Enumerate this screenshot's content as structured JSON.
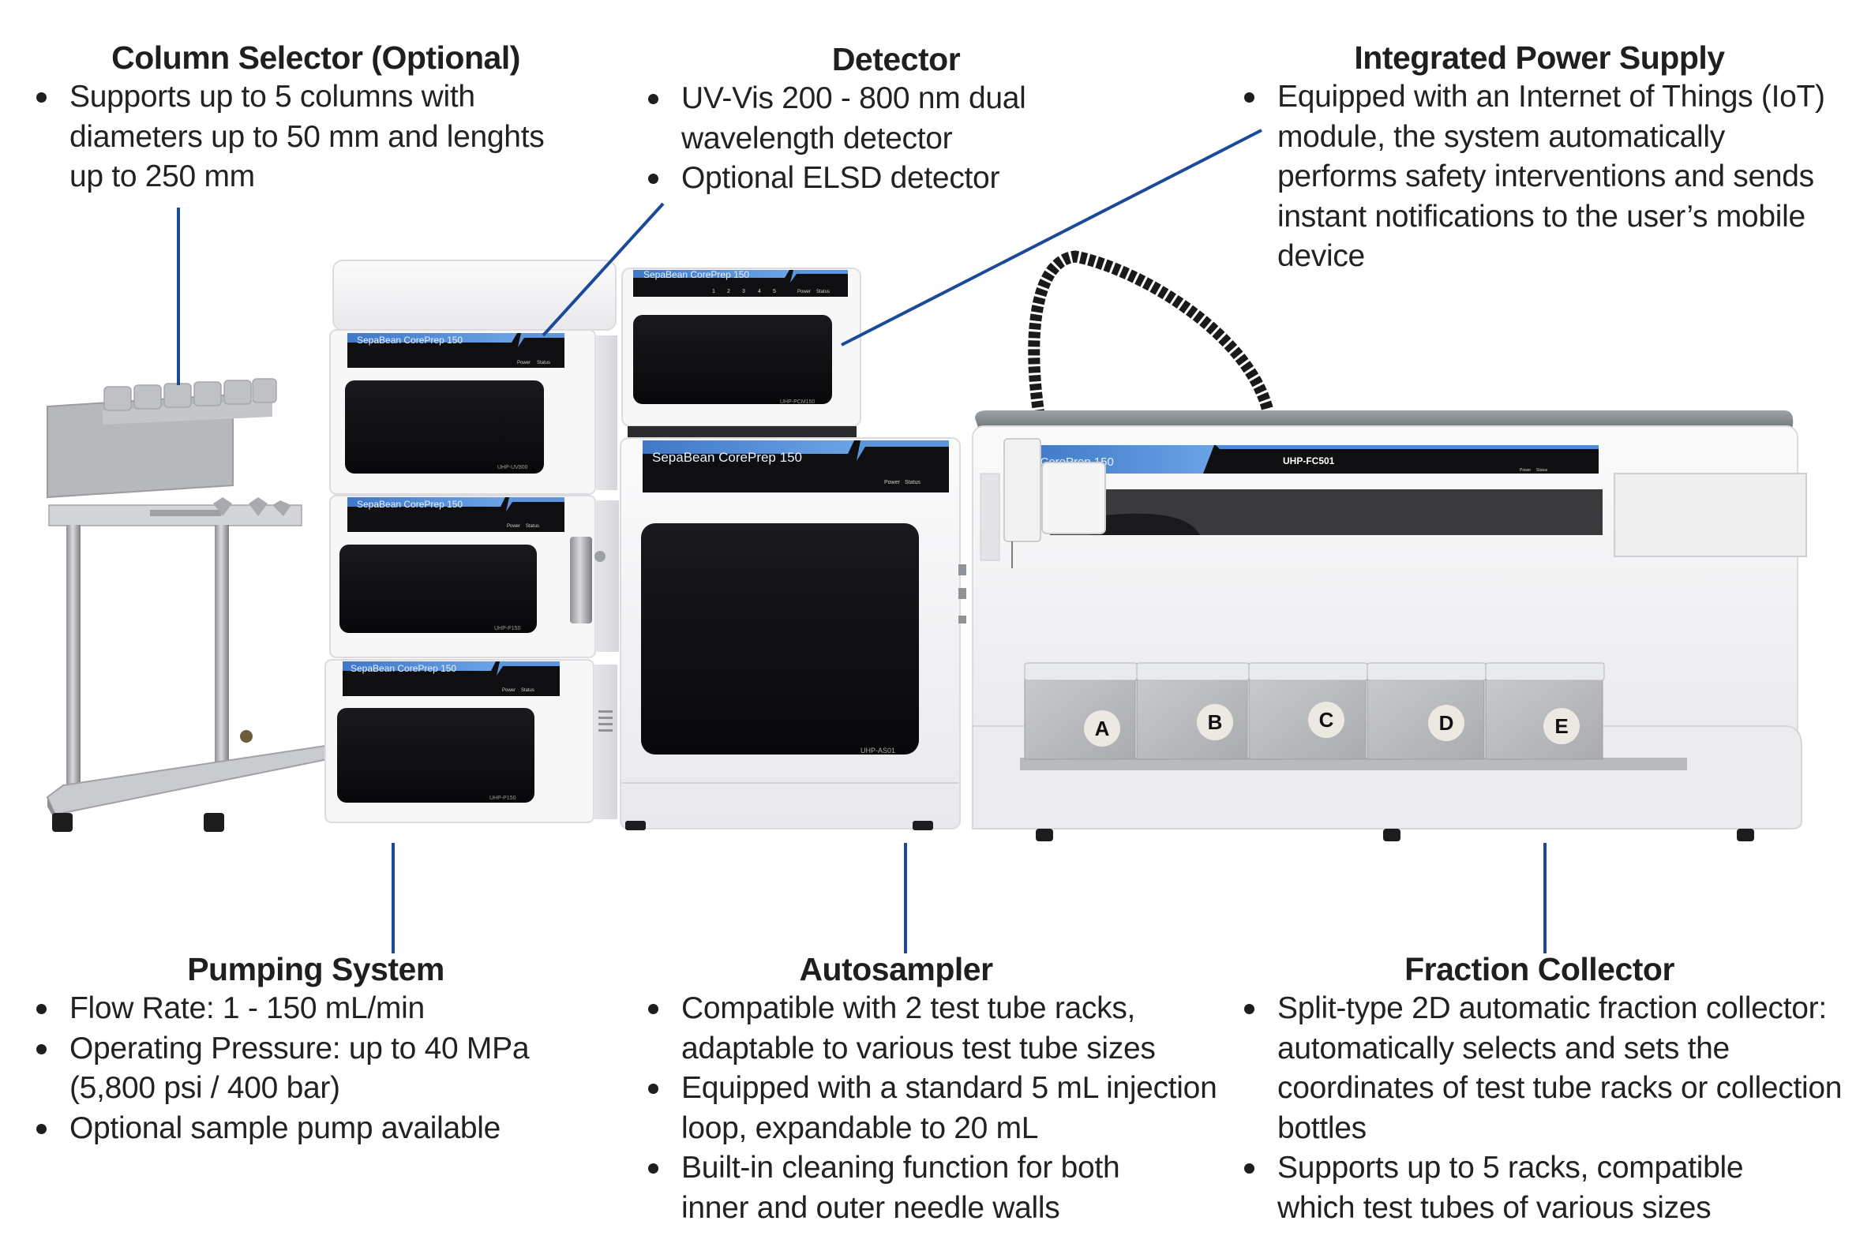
{
  "colors": {
    "leader_line": "#1B4A9A",
    "band_blue": "#4A86D4",
    "panel_dark": "#0d0d10",
    "housing": "#f4f4f5",
    "text": "#1e1e1e"
  },
  "callouts": {
    "column_selector": {
      "title": "Column Selector (Optional)",
      "bullets": [
        "Supports up to 5 columns with diameters up to 50 mm and lenghts up to 250 mm"
      ]
    },
    "detector": {
      "title": "Detector",
      "bullets": [
        "UV-Vis 200 - 800 nm dual wavelength detector",
        "Optional ELSD detector"
      ]
    },
    "power_supply": {
      "title": "Integrated Power Supply",
      "bullets": [
        "Equipped with an Internet of Things (IoT) module, the system automatically performs safety interventions and sends instant notifications to the user’s mobile device"
      ]
    },
    "pumping": {
      "title": "Pumping System",
      "bullets": [
        "Flow Rate: 1 - 150 mL/min",
        "Operating Pressure: up to 40 MPa (5,800 psi / 400 bar)",
        "Optional sample pump available"
      ]
    },
    "autosampler": {
      "title": "Autosampler",
      "bullets": [
        "Compatible with 2 test tube racks, adaptable to various test tube sizes",
        "Equipped with a standard 5 mL injection loop, expandable to 20 mL",
        "Built-in cleaning function for both inner and outer needle walls"
      ]
    },
    "fraction": {
      "title": "Fraction Collector",
      "bullets": [
        "Split-type 2D automatic fraction collector: automatically selects and sets the coordinates of test tube racks or collection bottles",
        "Supports up to 5 racks, compatible which test tubes of various sizes"
      ]
    }
  },
  "instrument": {
    "brand_label": "SepaBean CorePrep 150",
    "brand_label_partial": "n CorePrep 150",
    "power_label": "Power",
    "status_label": "Status",
    "channel_labels": [
      "1",
      "2",
      "3",
      "4",
      "5"
    ],
    "modules": {
      "uv_detector": "UHP-UV800",
      "pump_top": "UHP-P150",
      "pump_bottom": "UHP-P150",
      "power_module": "UHP-PCM150",
      "autosampler": "UHP-AS01",
      "fraction_collector": "UHP-FC501"
    },
    "rack_labels": [
      "A",
      "B",
      "C",
      "D",
      "E"
    ]
  }
}
